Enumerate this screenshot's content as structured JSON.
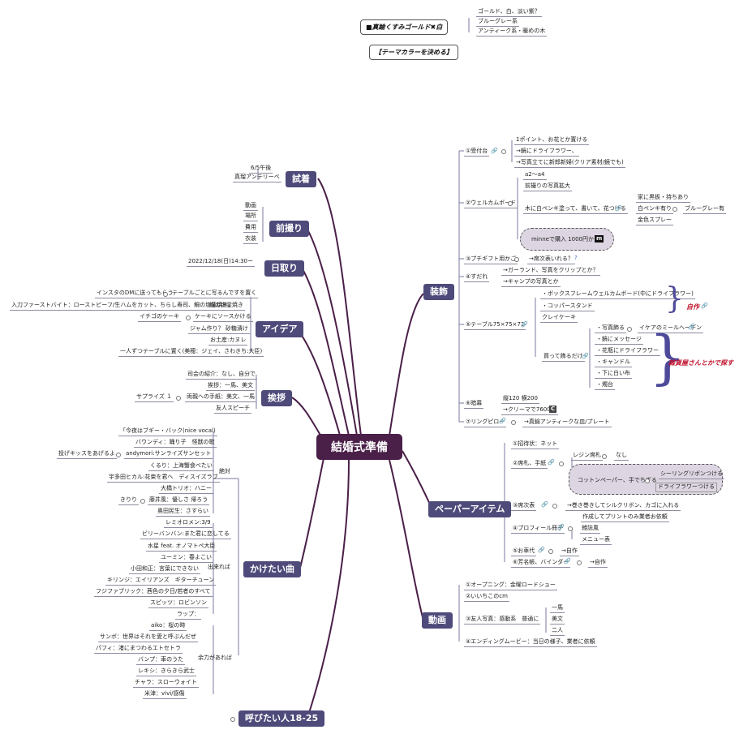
{
  "center": "結婚式準備",
  "top_notes": {
    "color_theme": "■真鍮くすみゴールド✖白",
    "decide": "【テーマカラーを決める】",
    "opts": [
      "ゴールド、白、淡い紫？",
      "ブルーグレー系",
      "アンティーク系・暖めの木"
    ]
  },
  "left": {
    "shichaku": {
      "label": "試着",
      "items": [
        "6/5午後",
        "真瑠アンテリーベ"
      ]
    },
    "maedori": {
      "label": "前撮り",
      "items": [
        "動画",
        "場所",
        "費用",
        "衣装"
      ]
    },
    "hidori": {
      "label": "日取り",
      "items": [
        "2022/12/18(日)14:30ー"
      ]
    },
    "idea": {
      "label": "アイデア",
      "items": [
        "インスタのDMに送ってもらう",
        "テーブルごとに写るんですを置く",
        "入刀ファーストバイト：ローストビーフ/生ハムをカット、ちらし寿司、鯛の塩釜焼き、",
        "鯛の塩釜焼き",
        "イチゴのケーキ",
        "ケーキにソースかける",
        "ジャム作り？ 砂糖漬け",
        "お土産:カヌレ",
        "一人ずつテーブルに置く(美穂：ジェイ、さわきち:大臣)"
      ]
    },
    "aisatsu": {
      "label": "挨拶",
      "items": [
        "司会の紹介：なし、自分で",
        "挨拶：一馬、美文",
        "両親への手紙：美文、一馬",
        "友人スピーチ",
        "サプライズ １"
      ]
    },
    "songs": {
      "label": "かけたい曲",
      "groups": [
        "絶対",
        "出来れば",
        "余力があれば"
      ],
      "zettai": [
        "「今夜はブギー・バック(nice vocal)",
        "バウンディ：踊り子　怪獣の歌",
        "andymori:サンライズサンセット",
        "投げキッスをあげるよ",
        "くるり：上海蟹食べたい",
        "宇多田ヒカル:花束を君へ　ディスイズラブ",
        "大橋トリオ：ハニー",
        "藤井風：優しさ 帰ろう",
        "きりり",
        "奥田民生：さすらい"
      ],
      "dekireba": [
        "レミオロメン:3/9",
        "ビリーバンバン:また君に恋してる",
        "水星 feat. オノマトペ大臣",
        "ユーミン：春よこい",
        "小田和正：言葉にできない",
        "キリンジ：エイリアンズ　ギターチューン",
        "フジファブリック：茜色の夕日/若者のすべて",
        "スピッツ：ロビンソン",
        "ラップ："
      ],
      "yoryoku": [
        "aiko：桜の時",
        "サンボ：世界はそれを愛と呼ぶんだぜ",
        "パフィ：渚にまつわるエトセトラ",
        "バンプ：車のうた",
        "レキシ：きらきら武士",
        "チャラ：スローウォイト",
        "米津：vivi/感傷"
      ]
    },
    "yobitai": {
      "label": "呼びたい人18-25"
    }
  },
  "right": {
    "soshoku": {
      "label": "装飾",
      "b1": {
        "label": "①受付台",
        "items": [
          "1ポイント、お花とか置ける",
          "→鏡にドライフラワー、",
          "→写真立てに新郎新婦(クリア素材/鏡でも)"
        ]
      },
      "b2": {
        "label": "②ウェルカムボード",
        "items": [
          "a2～a4",
          "前撮りの写真拡大",
          "木に白ペンキ塗って、書いて、花つける",
          "家に黒板・持ちあり",
          "白ペンキ有り",
          "ブルーグレー有",
          "金色スプレー",
          "minneで購入 1000円から"
        ]
      },
      "b3": {
        "label": "③プチギフト用かご",
        "item": "→席次表いれる？"
      },
      "b4": {
        "label": "④すだれ",
        "items": [
          "→ガーランド、写真をクリップとか？",
          "→キャンプの写真とか"
        ]
      },
      "b5": {
        "label": "⑤テーブル75×75×72",
        "items": [
          "・ボックスフレームウェルカムボード(中にドライフラワー)",
          "・コッパースタンド",
          "クレイケーキ"
        ],
        "kau": "買って飾るだけ",
        "kau_items": [
          "・写真飾る",
          "イケアのミールへーデン",
          "・鏡にメッセージ",
          "・花瓶にドライフラワー",
          "・キャンドル",
          "・下に白い布",
          "・燭台"
        ],
        "red1": "自作",
        "red2": "雑貨屋さんとかで探す"
      },
      "b6": {
        "label": "⑥暗幕",
        "items": [
          "縦120 横200",
          "→クリーマで7600～"
        ]
      },
      "b7": {
        "label": "⑦リングピロー",
        "item": "→真鍮アンティークな皿/プレート"
      }
    },
    "paper": {
      "label": "ペーパーアイテム",
      "items": [
        "①招待状：ネット",
        "②席札、手紙",
        "レジン席札",
        "なし",
        "コットンペーパー、手でちぎる",
        "シーリングリボンつける",
        "ドライフラワーつける",
        "③席次表",
        "→巻き巻きしてシルクリボン、カゴに入れる",
        "作成してプリントのみ業者お依頼",
        "④プロフィール冊子",
        "雑誌風",
        "メニュー表",
        "⑤お車代",
        "→自作",
        "⑥芳名帳、バインダー",
        "→自作"
      ]
    },
    "douga": {
      "label": "動画",
      "items": [
        "①オープニング：金曜ロードショー",
        "②いいちこのcm",
        "③友人写真：感動系　普通に",
        "一馬",
        "美文",
        "二人",
        "④エンディングムービー：当日の様子、業者に依頼"
      ]
    }
  }
}
